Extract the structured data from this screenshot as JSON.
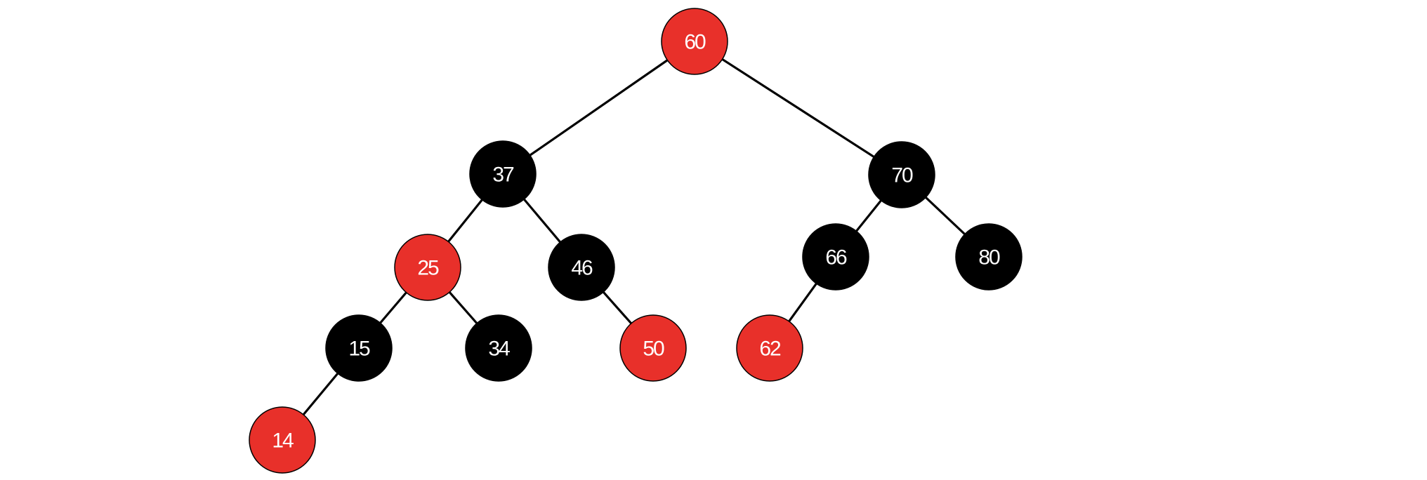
{
  "tree": {
    "type": "red-black-tree",
    "colors": {
      "red": "#e8302a",
      "black": "#000000",
      "label": "#ffffff"
    },
    "nodes": [
      {
        "key": "60",
        "color": "red",
        "parent": null
      },
      {
        "key": "37",
        "color": "black",
        "parent": "60"
      },
      {
        "key": "70",
        "color": "black",
        "parent": "60"
      },
      {
        "key": "25",
        "color": "red",
        "parent": "37"
      },
      {
        "key": "46",
        "color": "black",
        "parent": "37"
      },
      {
        "key": "66",
        "color": "black",
        "parent": "70"
      },
      {
        "key": "80",
        "color": "black",
        "parent": "70"
      },
      {
        "key": "15",
        "color": "black",
        "parent": "25"
      },
      {
        "key": "34",
        "color": "black",
        "parent": "25"
      },
      {
        "key": "50",
        "color": "red",
        "parent": "46"
      },
      {
        "key": "62",
        "color": "red",
        "parent": "66"
      },
      {
        "key": "14",
        "color": "red",
        "parent": "15"
      }
    ]
  }
}
